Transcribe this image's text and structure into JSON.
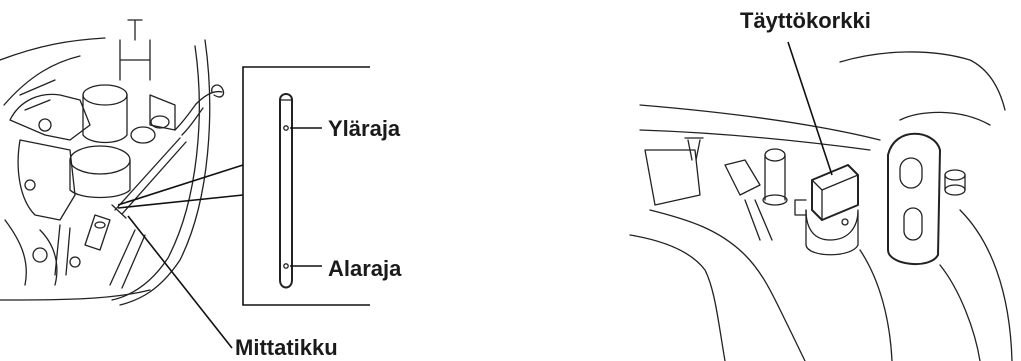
{
  "labels": {
    "filler_cap": "Täyttökorkki",
    "upper_limit": "Yläraja",
    "lower_limit": "Alaraja",
    "dipstick": "Mittatikku"
  }
}
